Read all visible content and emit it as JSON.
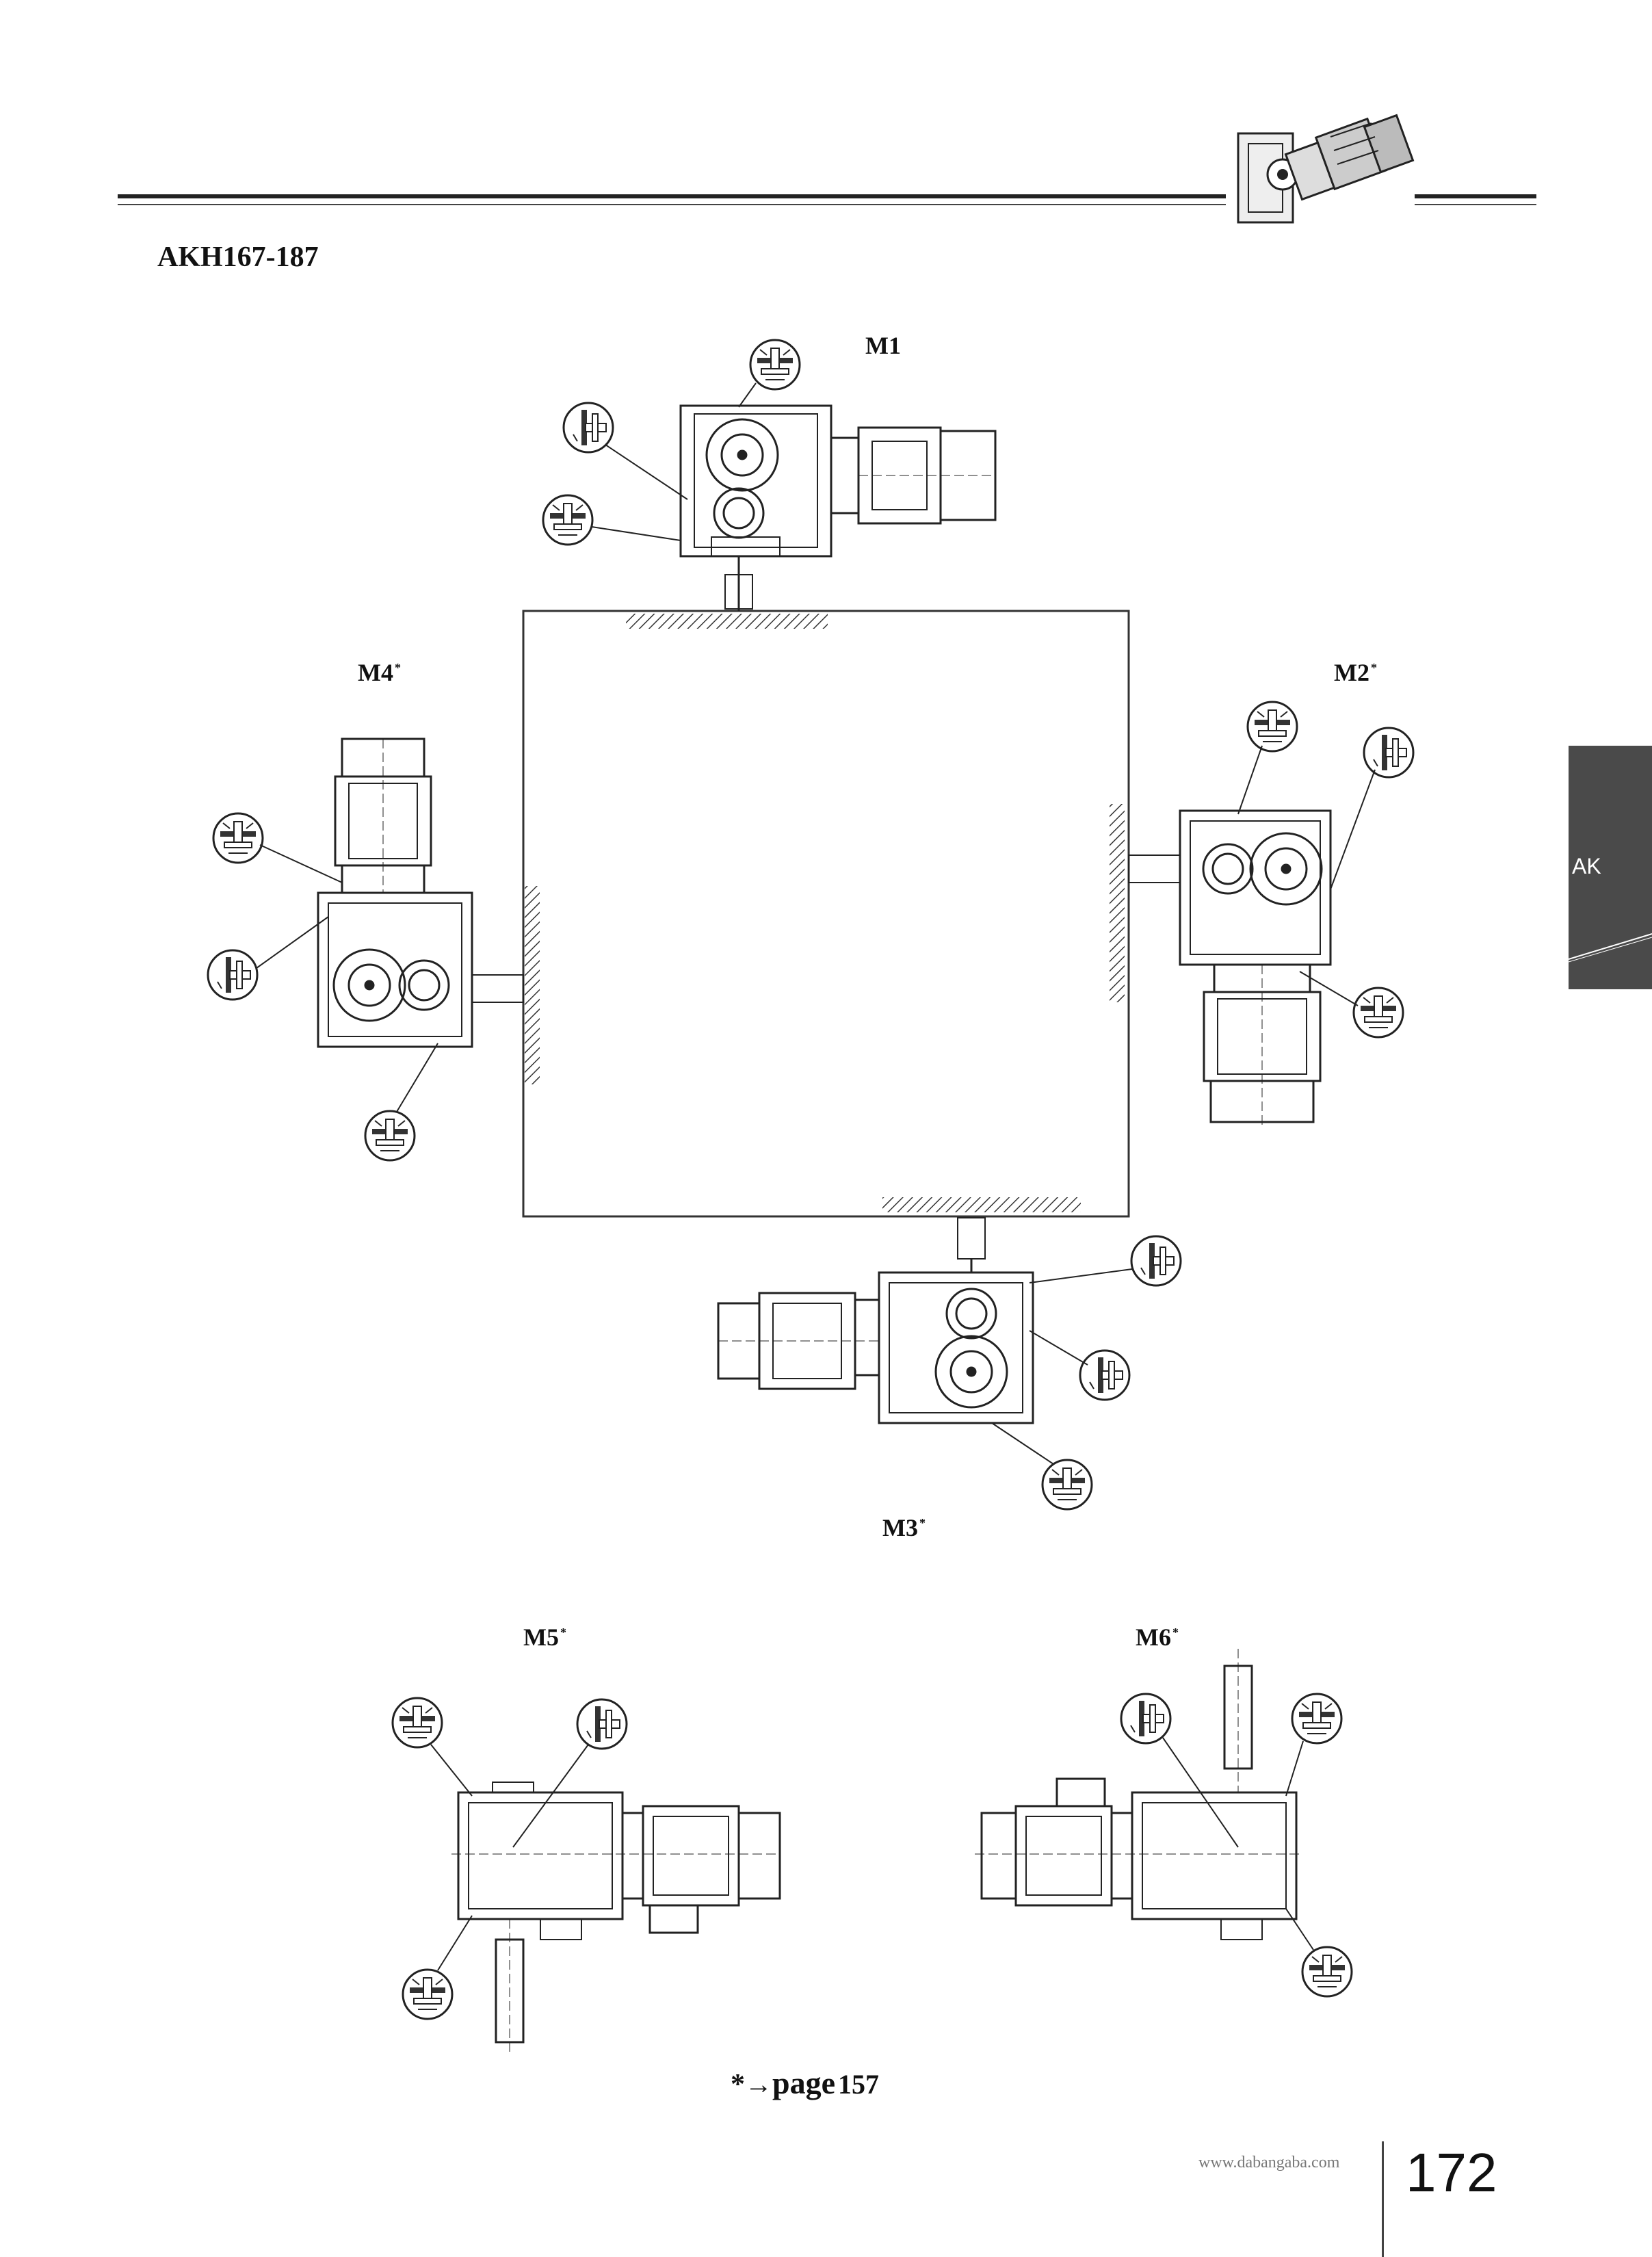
{
  "header": {
    "model": "AKH167-187"
  },
  "positions": {
    "m1": {
      "label": "M1",
      "mark": ""
    },
    "m2": {
      "label": "M2",
      "mark": "*"
    },
    "m3": {
      "label": "M3",
      "mark": "*"
    },
    "m4": {
      "label": "M4",
      "mark": "*"
    },
    "m5": {
      "label": "M5",
      "mark": "*"
    },
    "m6": {
      "label": "M6",
      "mark": "*"
    }
  },
  "side_tab": {
    "label": "AK"
  },
  "footnote": {
    "star": "*",
    "arrow": "→",
    "word": "page",
    "page": "157"
  },
  "footer": {
    "website": "www.dabangaba.com",
    "page_number": "172"
  }
}
